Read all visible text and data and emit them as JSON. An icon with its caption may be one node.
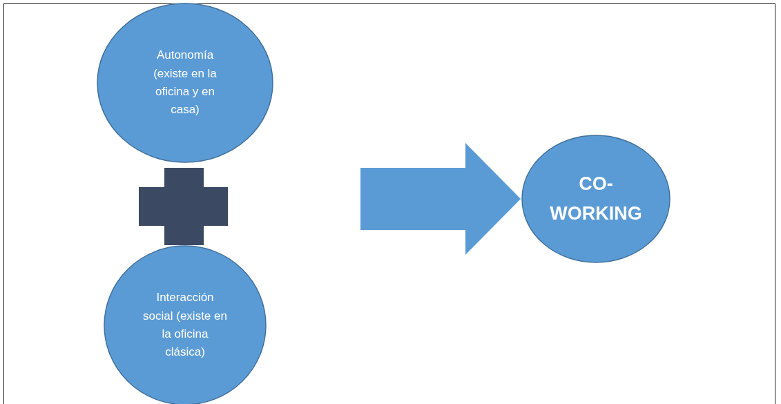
{
  "diagram": {
    "nodes": [
      {
        "text": [
          "Autonomía (existe en la oficina y en casa)"
        ]
      },
      {
        "text": [
          "Interacción social (existe en la oficina clásica)"
        ]
      },
      {
        "text": [
          "CO-WORKING"
        ]
      }
    ],
    "edges": [
      {
        "from": null,
        "to": 2,
        "arrow": "to",
        "style": "thick"
      }
    ]
  }
}
